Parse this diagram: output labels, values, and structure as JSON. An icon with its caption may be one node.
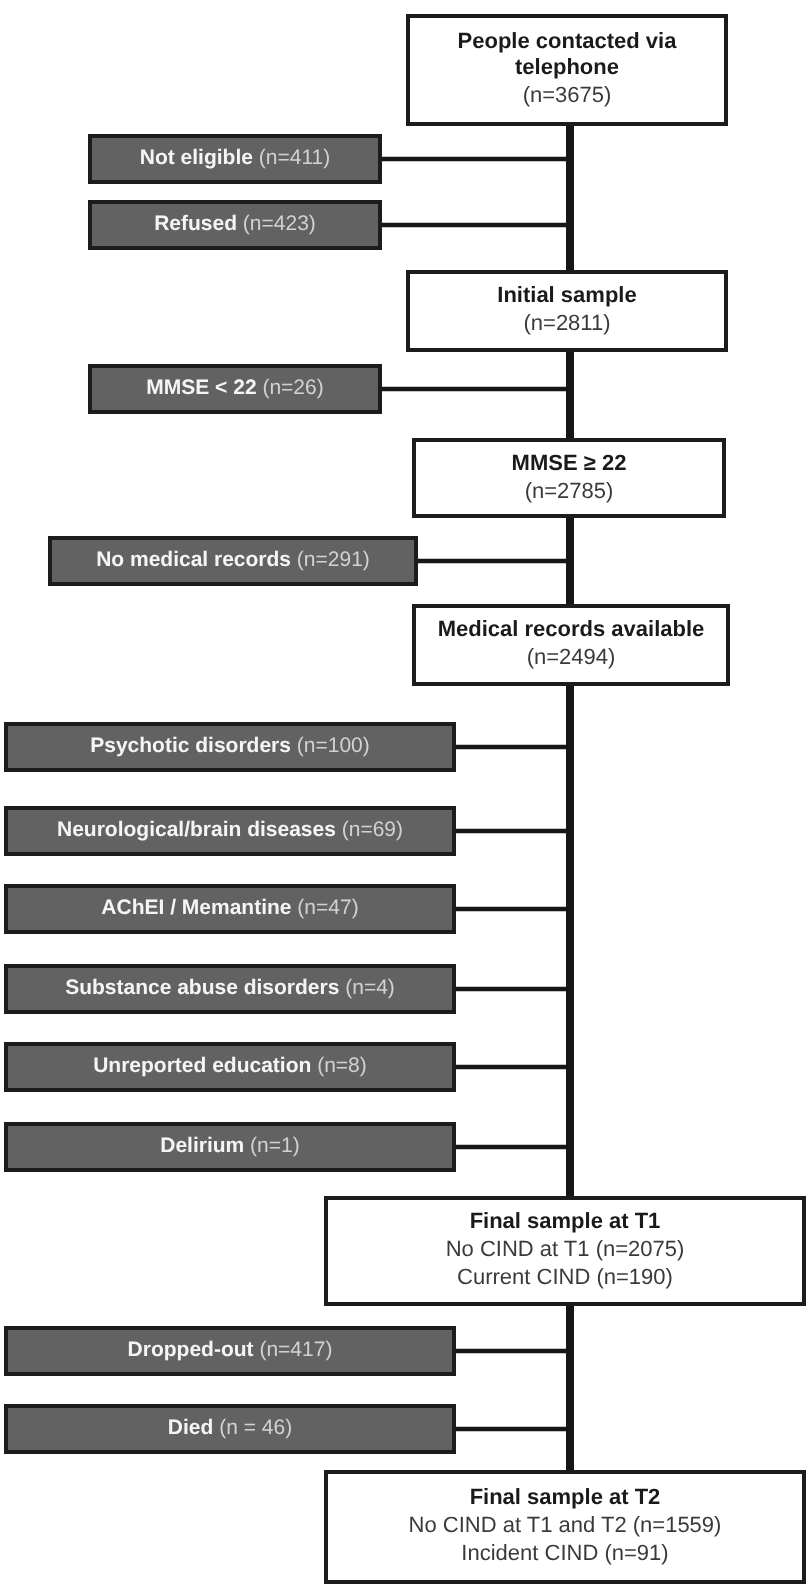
{
  "diagram": {
    "nodes": [
      {
        "text": [
          "People contacted via telephone",
          "(n=3675)"
        ]
      },
      {
        "text": [
          "**Not eligible** (n=411)"
        ]
      },
      {
        "text": [
          "**Refused** (n=423)"
        ]
      },
      {
        "text": [
          "Initial sample",
          "(n=2811)"
        ]
      },
      {
        "text": [
          "**MMSE < 22** (n=26)"
        ]
      },
      {
        "text": [
          "MMSE ≥ 22",
          "(n=2785)"
        ]
      },
      {
        "text": [
          "**No medical records** (n=291)"
        ]
      },
      {
        "text": [
          "Medical records available",
          "(n=2494)"
        ]
      },
      {
        "text": [
          "**Psychotic disorders** (n=100)"
        ]
      },
      {
        "text": [
          "**Neurological/brain diseases** (n=69)"
        ]
      },
      {
        "text": [
          "**AChEI / Memantine** (n=47)"
        ]
      },
      {
        "text": [
          "**Substance abuse disorders** (n=4)"
        ]
      },
      {
        "text": [
          "**Unreported education** (n=8)"
        ]
      },
      {
        "text": [
          "**Delirium** (n=1)"
        ]
      },
      {
        "text": [
          "Final sample at T1",
          "No CIND at T1 (n=2075)",
          "Current CIND (n=190)"
        ]
      },
      {
        "text": [
          "**Dropped-out** (n=417)"
        ]
      },
      {
        "text": [
          "**Died** (n = 46)"
        ]
      },
      {
        "text": [
          "Final sample at T2",
          "No CIND at T1 and T2 (n=1559)",
          "Incident CIND (n=91)"
        ]
      }
    ],
    "edges": [
      {
        "from": 0,
        "to": 1,
        "arrow": "none"
      },
      {
        "from": 0,
        "to": 2,
        "arrow": "none"
      },
      {
        "from": 0,
        "to": 3,
        "arrow": "none",
        "style": "thick"
      },
      {
        "from": 3,
        "to": 4,
        "arrow": "none"
      },
      {
        "from": 3,
        "to": 5,
        "arrow": "none",
        "style": "thick"
      },
      {
        "from": 5,
        "to": 6,
        "arrow": "none"
      },
      {
        "from": 5,
        "to": 7,
        "arrow": "none",
        "style": "thick"
      },
      {
        "from": 7,
        "to": 8,
        "arrow": "none"
      },
      {
        "from": 7,
        "to": 9,
        "arrow": "none"
      },
      {
        "from": 7,
        "to": 10,
        "arrow": "none"
      },
      {
        "from": 7,
        "to": 11,
        "arrow": "none"
      },
      {
        "from": 7,
        "to": 12,
        "arrow": "none"
      },
      {
        "from": 7,
        "to": 13,
        "arrow": "none"
      },
      {
        "from": 7,
        "to": 14,
        "arrow": "none",
        "style": "thick"
      },
      {
        "from": 14,
        "to": 15,
        "arrow": "none"
      },
      {
        "from": 14,
        "to": 16,
        "arrow": "none"
      },
      {
        "from": 14,
        "to": 17,
        "arrow": "none",
        "style": "thick"
      }
    ]
  }
}
